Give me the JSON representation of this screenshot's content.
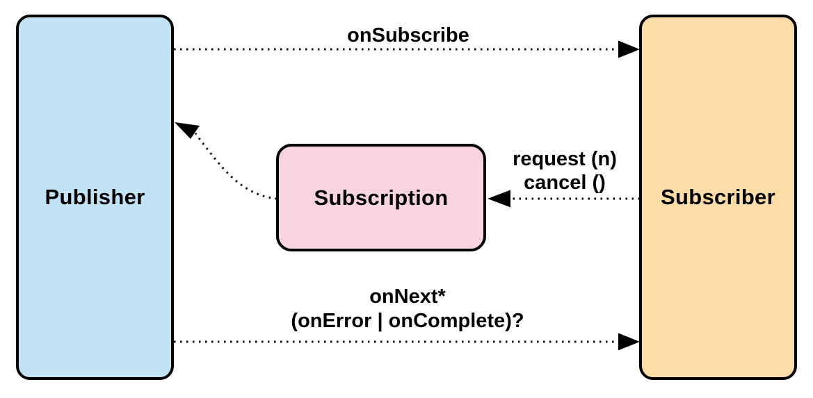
{
  "page": {
    "background": "#ffffff"
  },
  "diagram": {
    "nodes": {
      "publisher": {
        "label": "Publisher",
        "fill": "#c2e3f5",
        "border": "#000000"
      },
      "subscription": {
        "label": "Subscription",
        "fill": "#f9d3dd",
        "border": "#000000"
      },
      "subscriber": {
        "label": "Subscriber",
        "fill": "#fedca7",
        "border": "#000000"
      }
    },
    "arrows": [
      {
        "id": "on-subscribe",
        "label": "onSubscribe",
        "from": "publisher",
        "to": "subscriber",
        "style": "dotted"
      },
      {
        "id": "request-cancel",
        "label_lines": [
          "request (n)",
          "cancel ()"
        ],
        "from": "subscriber",
        "to": "subscription",
        "style": "dotted"
      },
      {
        "id": "subscription-to-publisher",
        "label_lines": [],
        "from": "subscription",
        "to": "publisher",
        "style": "dotted"
      },
      {
        "id": "on-next",
        "label_lines": [
          "onNext*",
          "(onError | onComplete)?"
        ],
        "from": "publisher",
        "to": "subscriber",
        "style": "dotted"
      }
    ]
  }
}
